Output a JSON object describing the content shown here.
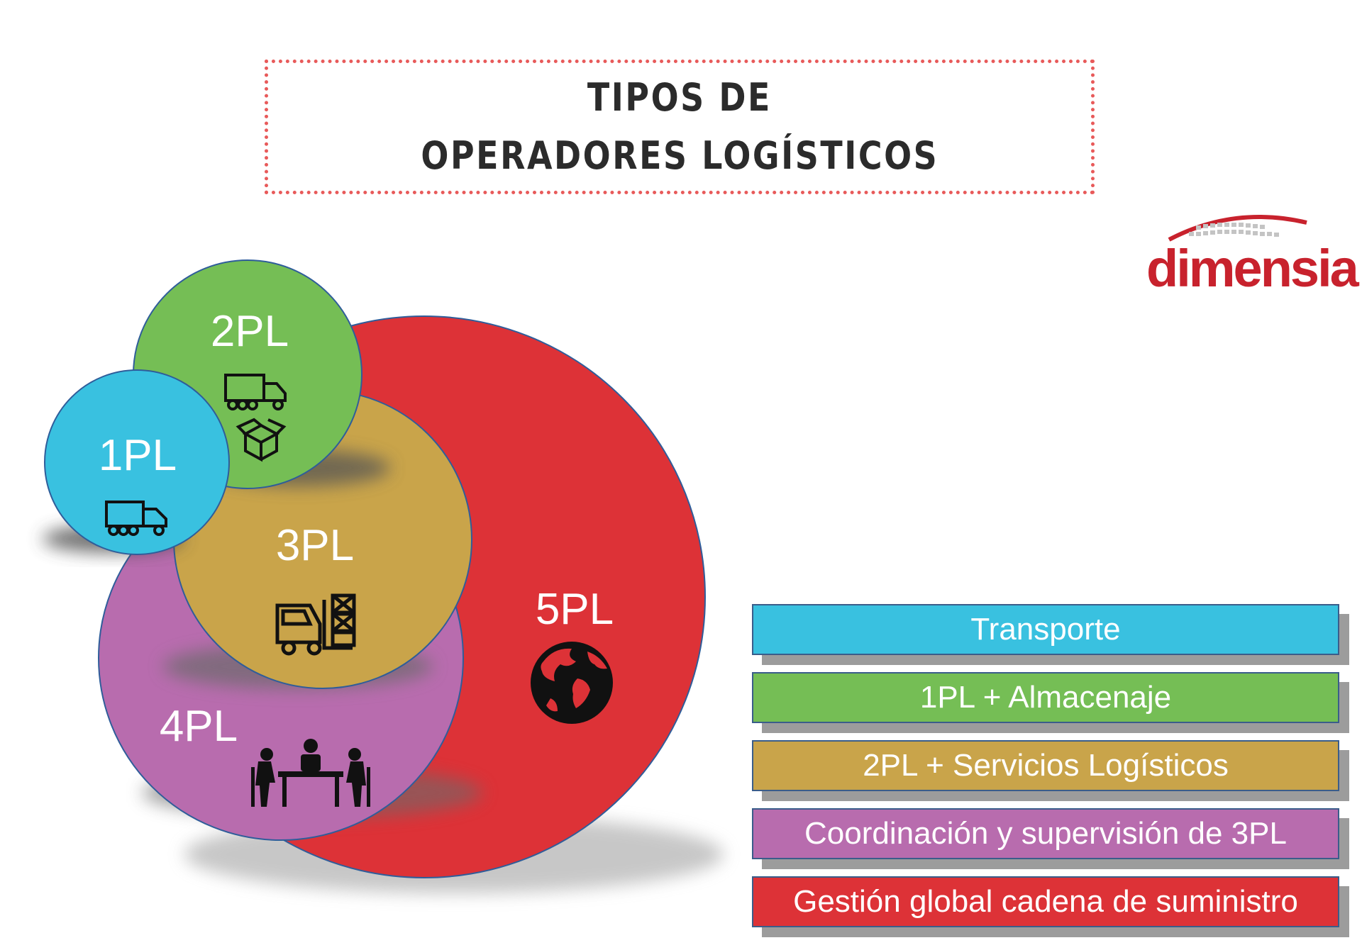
{
  "title": {
    "line1": "TIPOS DE",
    "line2": "OPERADORES LOGÍSTICOS"
  },
  "logo": {
    "text": "dimensia",
    "color": "#c8222d"
  },
  "circles": [
    {
      "label": "5PL",
      "color": "#dd3237",
      "icon": "globe-icon"
    },
    {
      "label": "4PL",
      "color": "#b86cae",
      "icon": "meeting-icon"
    },
    {
      "label": "3PL",
      "color": "#c9a44a",
      "icon": "forklift-icon"
    },
    {
      "label": "2PL",
      "color": "#75be55",
      "icon": "truck-box-icon"
    },
    {
      "label": "1PL",
      "color": "#39c1e0",
      "icon": "truck-icon"
    }
  ],
  "legend": [
    {
      "text": "Transporte",
      "color": "#39c1e0"
    },
    {
      "text": "1PL + Almacenaje",
      "color": "#75be55"
    },
    {
      "text": "2PL + Servicios Logísticos",
      "color": "#c9a44a"
    },
    {
      "text": "Coordinación y supervisión de 3PL",
      "color": "#b86cae"
    },
    {
      "text": "Gestión global cadena de suministro",
      "color": "#dd3237"
    }
  ]
}
